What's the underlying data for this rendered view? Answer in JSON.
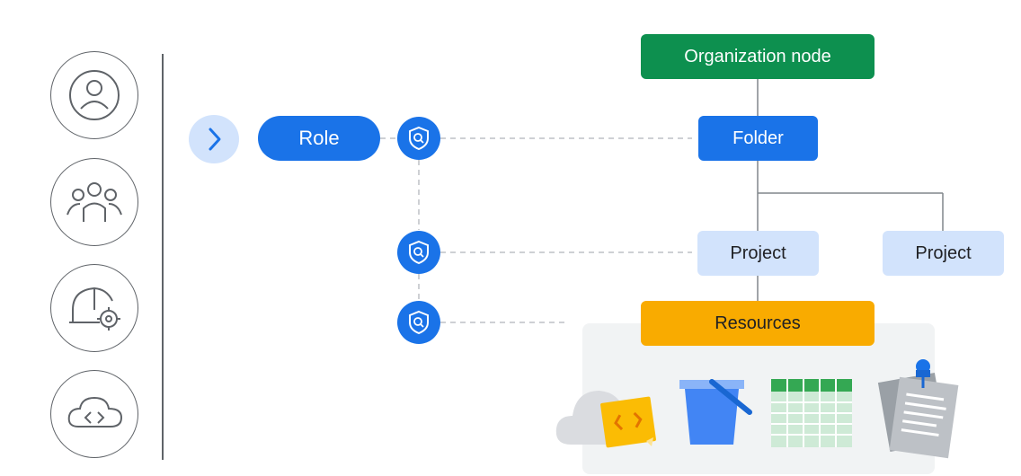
{
  "diagram": {
    "role_label": "Role",
    "nodes": {
      "organization": "Organization node",
      "folder": "Folder",
      "project_1": "Project",
      "project_2": "Project",
      "resources": "Resources"
    }
  },
  "icons": {
    "principals": [
      "user-icon",
      "group-icon",
      "service-account-icon",
      "cloud-code-icon"
    ],
    "navigation": "chevron-right-icon",
    "policy": "shield-search-icon",
    "resources": [
      "cloud-code-icon",
      "storage-bucket-icon",
      "spreadsheet-icon",
      "document-icon"
    ]
  },
  "colors": {
    "blue": "#1a73e8",
    "light_blue": "#d2e3fc",
    "green": "#0d904f",
    "yellow": "#f9ab00",
    "gray": "#5f6368"
  }
}
